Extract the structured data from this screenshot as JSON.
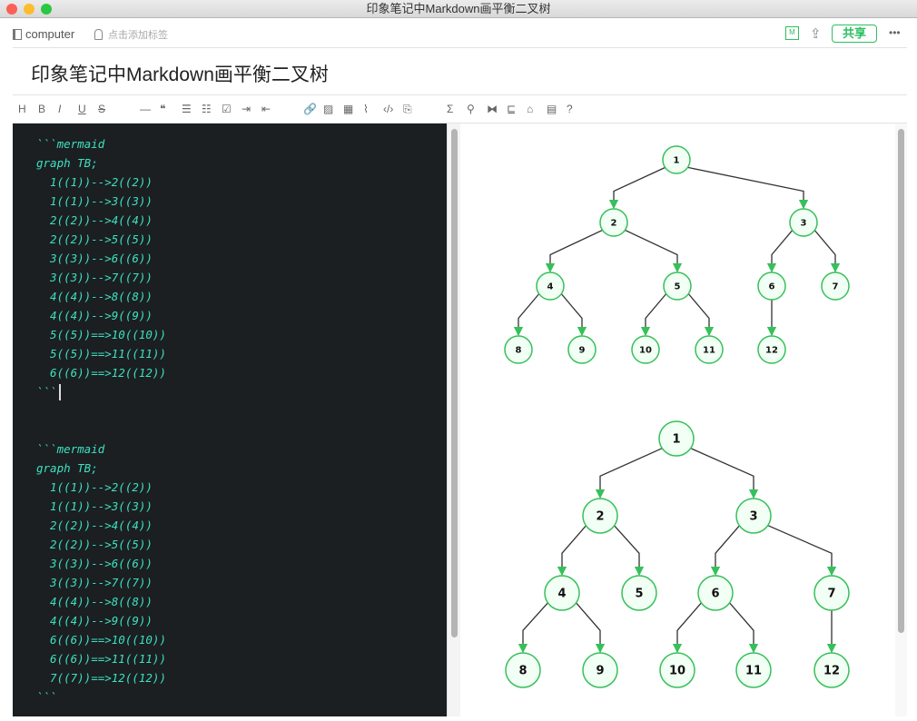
{
  "window": {
    "title": "印象笔记中Markdown画平衡二叉树"
  },
  "header": {
    "notebook": "computer",
    "tag_placeholder": "点击添加标签",
    "share_label": "共享",
    "more": "•••"
  },
  "note": {
    "title": "印象笔记中Markdown画平衡二叉树"
  },
  "toolbar": {
    "items": [
      "H",
      "B",
      "I",
      "U",
      "S",
      "—",
      "❝",
      "☰",
      "☷",
      "☑",
      "⇥",
      "⇤",
      "🔗",
      "▨",
      "▦",
      "⌇",
      "‹/›",
      "⎘",
      "Σ",
      "⚲",
      "⧓",
      "⊑",
      "⌂",
      "▤",
      "?"
    ]
  },
  "code_blocks": [
    {
      "lines": [
        "```mermaid",
        "graph TB;",
        "  1((1))-->2((2))",
        "  1((1))-->3((3))",
        "  2((2))-->4((4))",
        "  2((2))-->5((5))",
        "  3((3))-->6((6))",
        "  3((3))-->7((7))",
        "  4((4))-->8((8))",
        "  4((4))-->9((9))",
        "  5((5))==>10((10))",
        "  5((5))==>11((11))",
        "  6((6))==>12((12))",
        "```"
      ]
    },
    {
      "lines": [
        "```mermaid",
        "graph TB;",
        "  1((1))-->2((2))",
        "  1((1))-->3((3))",
        "  2((2))-->4((4))",
        "  2((2))-->5((5))",
        "  3((3))-->6((6))",
        "  3((3))-->7((7))",
        "  4((4))-->8((8))",
        "  4((4))-->9((9))",
        "  6((6))==>10((10))",
        "  6((6))==>11((11))",
        "  7((7))==>12((12))",
        "```"
      ]
    }
  ],
  "graphs": [
    {
      "nodes": [
        "1",
        "2",
        "3",
        "4",
        "5",
        "6",
        "7",
        "8",
        "9",
        "10",
        "11",
        "12"
      ],
      "edges": [
        [
          1,
          2
        ],
        [
          1,
          3
        ],
        [
          2,
          4
        ],
        [
          2,
          5
        ],
        [
          3,
          6
        ],
        [
          3,
          7
        ],
        [
          4,
          8
        ],
        [
          4,
          9
        ],
        [
          5,
          10
        ],
        [
          5,
          11
        ],
        [
          6,
          12
        ]
      ]
    },
    {
      "nodes": [
        "1",
        "2",
        "3",
        "4",
        "5",
        "6",
        "7",
        "8",
        "9",
        "10",
        "11",
        "12"
      ],
      "edges": [
        [
          1,
          2
        ],
        [
          1,
          3
        ],
        [
          2,
          4
        ],
        [
          2,
          5
        ],
        [
          3,
          6
        ],
        [
          3,
          7
        ],
        [
          4,
          8
        ],
        [
          4,
          9
        ],
        [
          6,
          10
        ],
        [
          6,
          11
        ],
        [
          7,
          12
        ]
      ]
    }
  ],
  "colors": {
    "node_stroke": "#36c05a",
    "node_fill": "#f2fff5",
    "edge": "#333333",
    "code": "#3ee0c0",
    "editor_bg": "#1b1f22"
  }
}
